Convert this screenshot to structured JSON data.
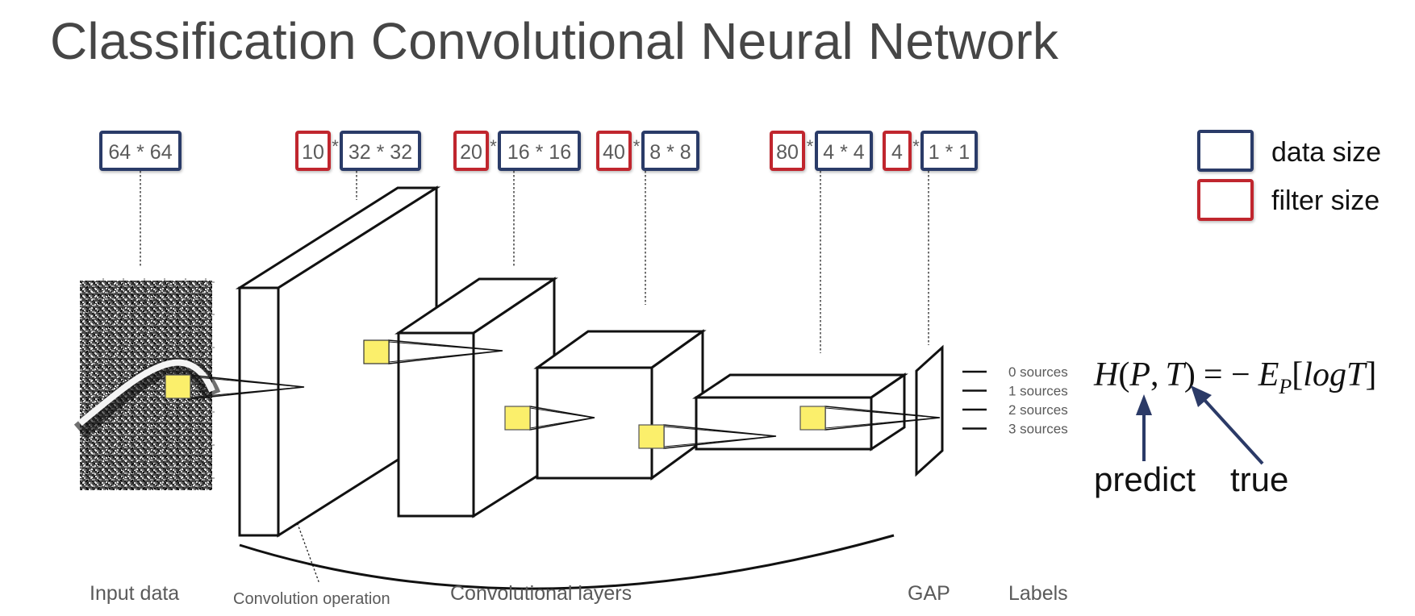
{
  "title": "Classification Convolutional Neural Network",
  "colors": {
    "data_size": "#2b3a67",
    "filter_size": "#c0272d",
    "filter_patch": "#fbef6b",
    "text_gray": "#5a5a5a",
    "title_gray": "#464646",
    "arrow_navy": "#2b3a67"
  },
  "size_boxes": [
    {
      "stage": "input",
      "filter": null,
      "data": "64 * 64"
    },
    {
      "stage": "conv1",
      "filter": "10",
      "data": "32 * 32"
    },
    {
      "stage": "conv2",
      "filter": "20",
      "data": "16 * 16"
    },
    {
      "stage": "conv3",
      "filter": "40",
      "data": "8 * 8"
    },
    {
      "stage": "conv4",
      "filter": "80",
      "data": "4 * 4"
    },
    {
      "stage": "gap",
      "filter": "4",
      "data": "1 * 1"
    }
  ],
  "multiply_symbol": "*",
  "legend": [
    {
      "type": "data",
      "label": "data size"
    },
    {
      "type": "filter",
      "label": "filter size"
    }
  ],
  "labels": [
    "0 sources",
    "1 sources",
    "2 sources",
    "3 sources"
  ],
  "formula": {
    "H": "H",
    "open_paren": "(",
    "P": "P",
    "comma": ",",
    "T": "T",
    "close_paren": ")",
    "equals_minus": "= −",
    "E": "E",
    "E_sub": "P",
    "bracket_open": "[",
    "logT": "logT",
    "bracket_close": "]"
  },
  "arrows": {
    "predict": "predict",
    "true": "true"
  },
  "captions": {
    "input": "Input data",
    "conv_op": "Convolution operation",
    "conv_layers": "Convolutional layers",
    "gap": "GAP",
    "labels": "Labels"
  }
}
